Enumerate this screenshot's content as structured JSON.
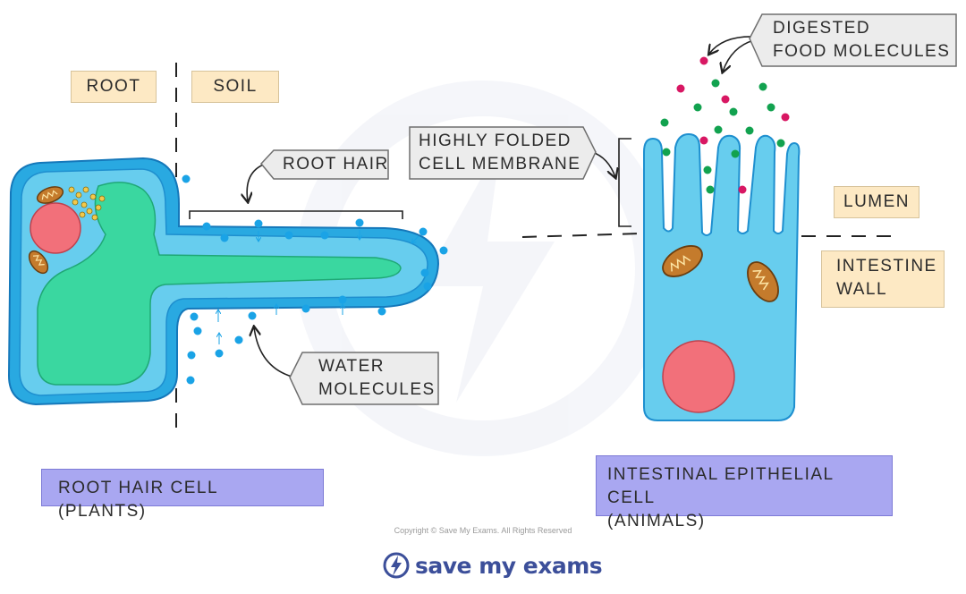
{
  "labels": {
    "root": "ROOT",
    "soil": "SOIL",
    "root_hair": "ROOT HAIR",
    "highly_folded_1": "HIGHLY FOLDED",
    "highly_folded_2": "CELL MEMBRANE",
    "water_1": "WATER",
    "water_2": "MOLECULES",
    "digested_1": "DIGESTED",
    "digested_2": "FOOD MOLECULES",
    "lumen": "LUMEN",
    "intestine_wall_1": "INTESTINE",
    "intestine_wall_2": "WALL",
    "root_hair_cell": "ROOT HAIR CELL (PLANTS)",
    "intestinal_cell_1": "INTESTINAL EPITHELIAL CELL",
    "intestinal_cell_2": "(ANIMALS)"
  },
  "footer": {
    "copyright": "Copyright © Save My Exams. All Rights Reserved",
    "logo_text": "save my exams"
  },
  "colors": {
    "cell_wall": "#29a9e1",
    "cytoplasm": "#67cdee",
    "vacuole": "#3ad7a0",
    "nucleus": "#f2707a",
    "mitochondrion": "#c47b2c",
    "water_dot": "#1aa3e6",
    "food_green": "#12a24f",
    "food_pink": "#d81763",
    "label_peach": "#fde9c4",
    "label_violet": "#a9a7f1",
    "label_grey": "#ececec",
    "logo_blue": "#3c4f9a"
  }
}
